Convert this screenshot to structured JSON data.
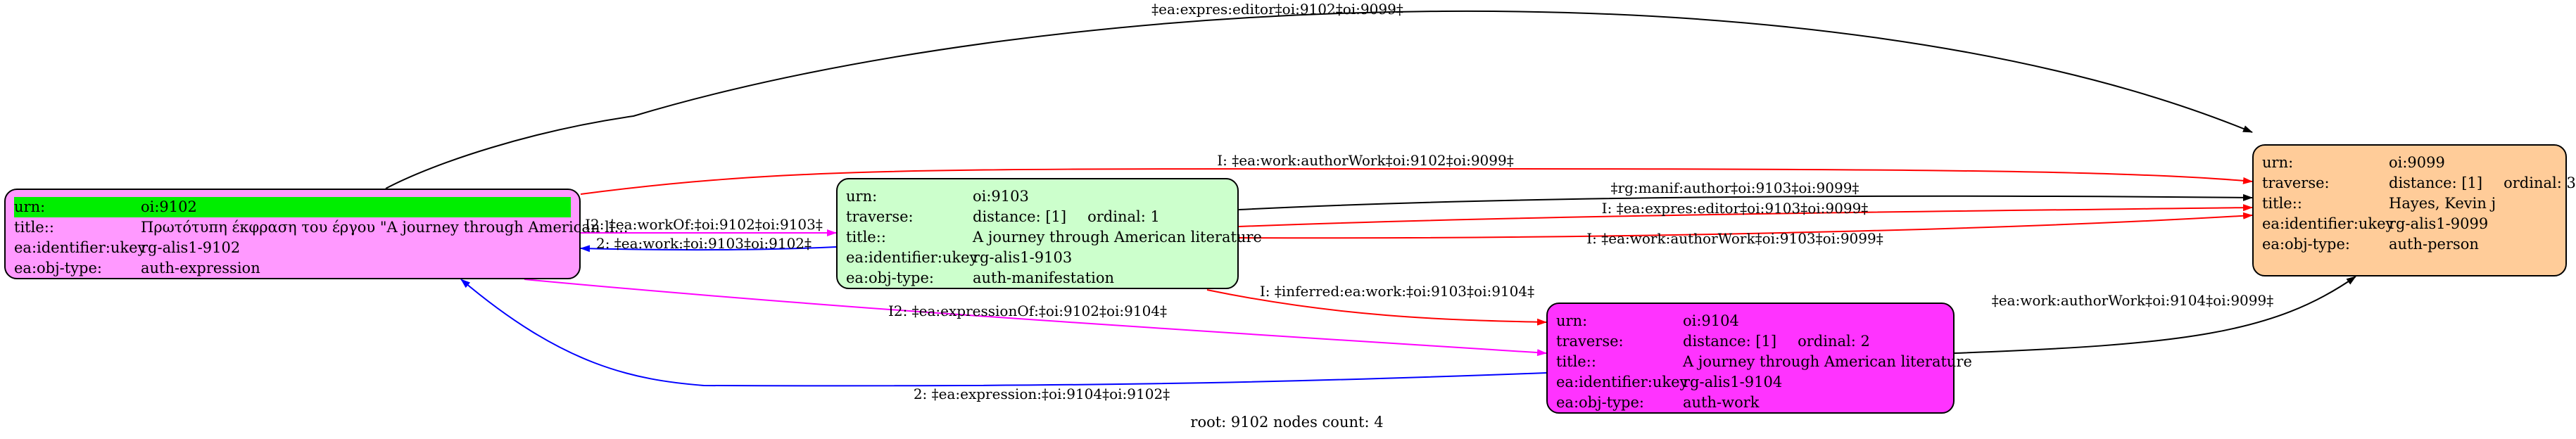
{
  "nodes": {
    "n9102": {
      "rows": [
        {
          "k": "urn:",
          "v": "oi:9102"
        },
        {
          "k": "title::",
          "v": "Πρωτότυπη έκφραση του έργου \"A journey through American li..."
        },
        {
          "k": "ea:identifier:ukey",
          "v": "rg-alis1-9102"
        },
        {
          "k": "ea:obj-type:",
          "v": "auth-expression"
        }
      ],
      "fill": "#ff99ff"
    },
    "n9103": {
      "urn": {
        "k": "urn:",
        "v": "oi:9103"
      },
      "traverse": {
        "k": "traverse:",
        "distance": "distance: [1]",
        "ordinal": "ordinal: 1"
      },
      "rows": [
        {
          "k": "title::",
          "v": "A journey through American literature"
        },
        {
          "k": "ea:identifier:ukey",
          "v": "rg-alis1-9103"
        },
        {
          "k": "ea:obj-type:",
          "v": "auth-manifestation"
        }
      ],
      "fill": "#ccffcc"
    },
    "n9104": {
      "urn": {
        "k": "urn:",
        "v": "oi:9104"
      },
      "traverse": {
        "k": "traverse:",
        "distance": "distance: [1]",
        "ordinal": "ordinal: 2"
      },
      "rows": [
        {
          "k": "title::",
          "v": "A journey through American literature"
        },
        {
          "k": "ea:identifier:ukey",
          "v": "rg-alis1-9104"
        },
        {
          "k": "ea:obj-type:",
          "v": "auth-work"
        }
      ],
      "fill": "#ff33ff"
    },
    "n9099": {
      "urn": {
        "k": "urn:",
        "v": "oi:9099"
      },
      "traverse": {
        "k": "traverse:",
        "distance": "distance: [1]",
        "ordinal": "ordinal: 3"
      },
      "rows": [
        {
          "k": "title::",
          "v": "Hayes, Kevin j"
        },
        {
          "k": "ea:identifier:ukey",
          "v": "rg-alis1-9099"
        },
        {
          "k": "ea:obj-type:",
          "v": "auth-person"
        }
      ],
      "fill": "#ffcc99"
    }
  },
  "edges": {
    "e_top": "‡ea:expres:editor‡oi:9102‡oi:9099‡",
    "e_authorwork_9102": "I: ‡ea:work:authorWork‡oi:9102‡oi:9099‡",
    "e_manif_author": "‡rg:manif:author‡oi:9103‡oi:9099‡",
    "e_expres_editor_9103": "I: ‡ea:expres:editor‡oi:9103‡oi:9099‡",
    "e_authorwork_9103": "I: ‡ea:work:authorWork‡oi:9103‡oi:9099‡",
    "e_workof": "I2: ‡ea:workOf:‡oi:9102‡oi:9103‡",
    "e_work": "2: ‡ea:work:‡oi:9103‡oi:9102‡",
    "e_inferred": "I: ‡inferred:ea:work:‡oi:9103‡oi:9104‡",
    "e_authorwork_9104": "‡ea:work:authorWork‡oi:9104‡oi:9099‡",
    "e_expressionof": "I2: ‡ea:expressionOf:‡oi:9102‡oi:9104‡",
    "e_expression": "2: ‡ea:expression:‡oi:9104‡oi:9102‡"
  },
  "colors": {
    "black": "#000000",
    "red": "#ff0000",
    "blue": "#0000ff",
    "magenta": "#ff00ff"
  },
  "footer": "root: 9102 nodes count: 4"
}
